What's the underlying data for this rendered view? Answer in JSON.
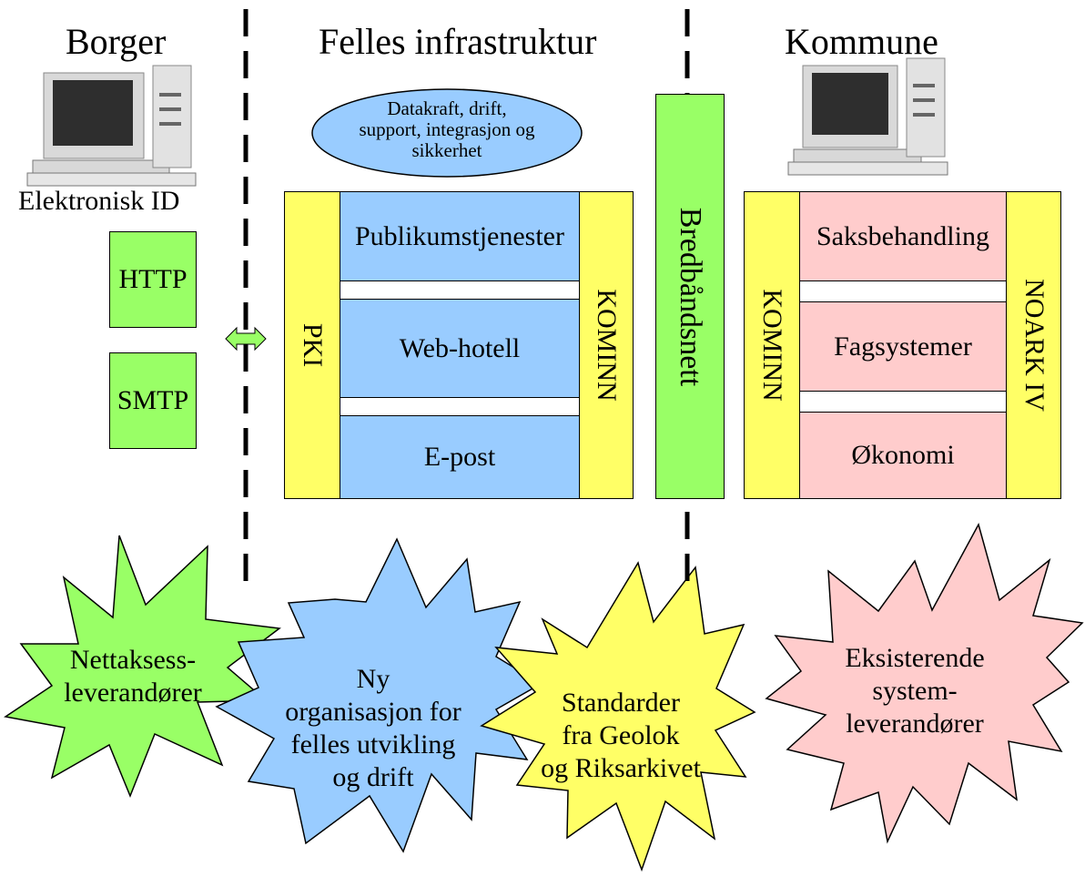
{
  "headers": {
    "borger": "Borger",
    "felles": "Felles infrastruktur",
    "kommune": "Kommune"
  },
  "citizen": {
    "eid_label": "Elektronisk ID",
    "http": "HTTP",
    "smtp": "SMTP"
  },
  "infra": {
    "ellipse": "Datakraft, drift,\nsupport, integrasjon og\nsikkerhet",
    "pki": "PKI",
    "kominn": "KOMINN",
    "services": [
      "Publikumstjenester",
      "Web-hotell",
      "E-post"
    ],
    "broadband": "Bredbåndsnett"
  },
  "municipality": {
    "kominn": "KOMINN",
    "noark": "NOARK IV",
    "systems": [
      "Saksbehandling",
      "Fagsystemer",
      "Økonomi"
    ]
  },
  "stars": [
    {
      "text": "Nettaksess-\nleverandører",
      "color": "#99ff66"
    },
    {
      "text": "Ny\norganisasjon for\nfelles utvikling\nog drift",
      "color": "#99ccff"
    },
    {
      "text": "Standarder\nfra Geolok\nog Riksarkivet",
      "color": "#ffff66"
    },
    {
      "text": "Eksisterende\nsystem-\nleverandører",
      "color": "#ffcccc"
    }
  ],
  "icons": [
    "computer-icon",
    "computer-icon",
    "double-arrow-icon"
  ]
}
